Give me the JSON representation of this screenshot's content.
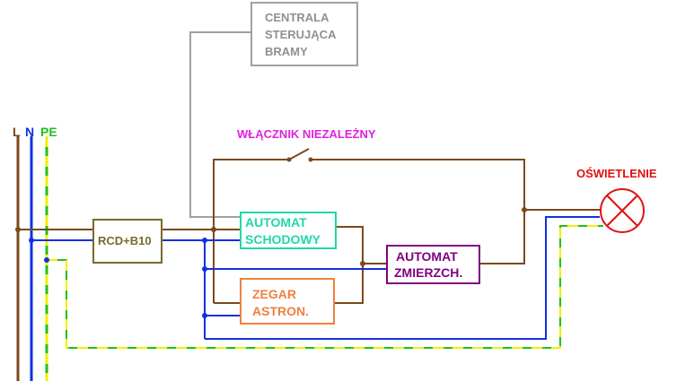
{
  "colors": {
    "L": "#7a4a1c",
    "N": "#1030e0",
    "PE_yellow": "#f0f000",
    "PE_green": "#20c020",
    "control": "#a0a0a0",
    "rcd": "#7a6a2a",
    "automat_schodowy": "#20d8a8",
    "automat_zmierzch": "#800080",
    "zegar": "#f08040",
    "wlacznik": "#e020e0",
    "oswietlenie": "#e01010",
    "centrala": "#909090"
  },
  "bus": {
    "L": "L",
    "N": "N",
    "PE": "PE"
  },
  "centrala": {
    "line1": "CENTRALA",
    "line2": "STERUJĄCA",
    "line3": "BRAMY"
  },
  "wlacznik": {
    "label": "WŁĄCZNIK NIEZALEŻNY"
  },
  "oswietlenie": {
    "label": "OŚWIETLENIE"
  },
  "rcd": {
    "label": "RCD+B10"
  },
  "automat_schodowy": {
    "line1": "AUTOMAT",
    "line2": "SCHODOWY"
  },
  "automat_zmierzch": {
    "line1": "AUTOMAT",
    "line2": "ZMIERZCH."
  },
  "zegar": {
    "line1": "ZEGAR",
    "line2": "ASTRON."
  }
}
